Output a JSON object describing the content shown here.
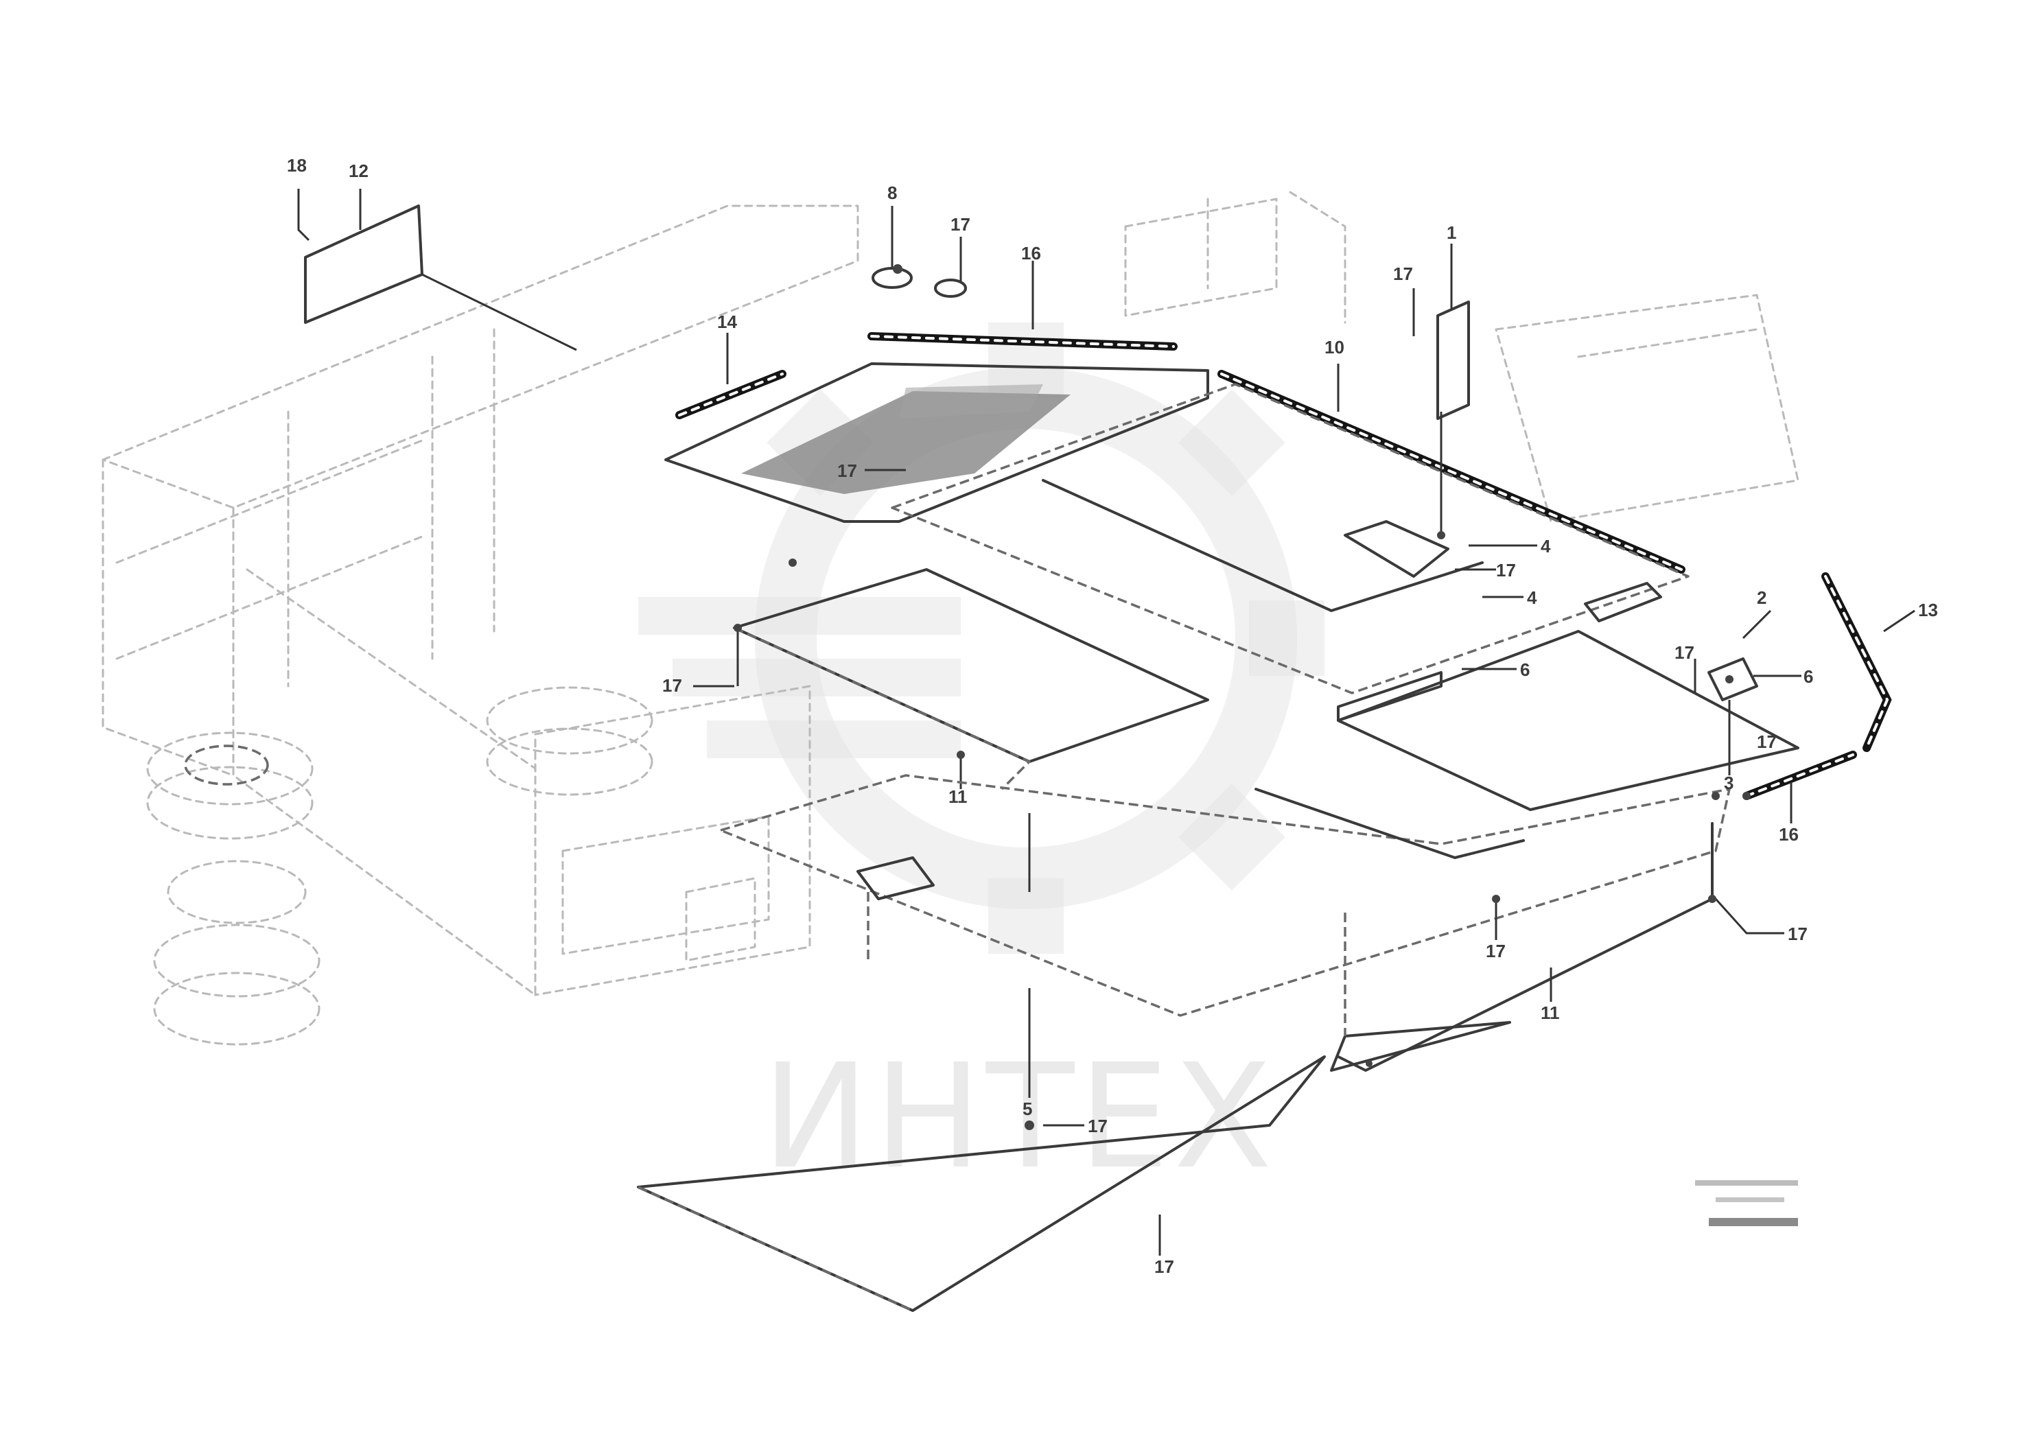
{
  "watermark": {
    "text": "ИНТЕХ"
  },
  "callouts": [
    {
      "label": "18"
    },
    {
      "label": "12"
    },
    {
      "label": "8"
    },
    {
      "label": "17"
    },
    {
      "label": "16"
    },
    {
      "label": "14"
    },
    {
      "label": "1"
    },
    {
      "label": "17"
    },
    {
      "label": "10"
    },
    {
      "label": "17"
    },
    {
      "label": "4"
    },
    {
      "label": "17"
    },
    {
      "label": "4"
    },
    {
      "label": "2"
    },
    {
      "label": "6"
    },
    {
      "label": "17"
    },
    {
      "label": "13"
    },
    {
      "label": "6"
    },
    {
      "label": "3"
    },
    {
      "label": "17"
    },
    {
      "label": "16"
    },
    {
      "label": "17"
    },
    {
      "label": "11"
    },
    {
      "label": "17"
    },
    {
      "label": "17"
    },
    {
      "label": "5"
    },
    {
      "label": "17"
    },
    {
      "label": "11"
    },
    {
      "label": "17"
    }
  ],
  "reference_block": {
    "line1": "",
    "line2": "",
    "line3": ""
  },
  "colors": {
    "ink": "#3a3a3a",
    "ghost": "#b9b9b9",
    "watermark": "#e3e3e3"
  }
}
